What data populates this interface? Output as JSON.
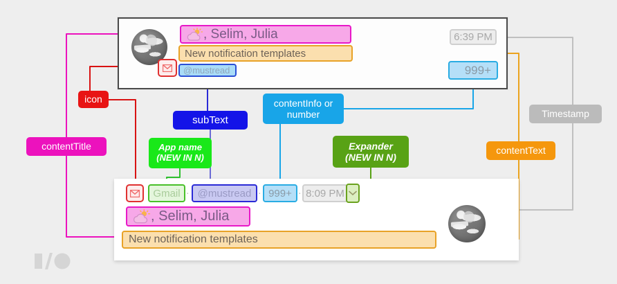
{
  "page": {
    "background_color": "#eeeeee",
    "logo": "io-logo"
  },
  "top_card": {
    "name": "expanded-notification-preview",
    "avatar_icon": "globe-avatar",
    "badge_icon": "gmail-badge-icon",
    "content_title": ", Selim, Julia",
    "content_title_glyph": "weather-cloud-sun-icon",
    "content_text": "New notification templates",
    "sub_text": "@mustread",
    "timestamp": "6:39 PM",
    "number": "999+"
  },
  "bottom_card": {
    "name": "collapsed-notification-preview",
    "app_badge_icon": "gmail-badge-icon",
    "app_name": "Gmail",
    "sub_text": "@mustread",
    "number": "999+",
    "timestamp": "8:09 PM",
    "expander_icon": "chevron-down-icon",
    "separator": "·",
    "content_title": ", Selim, Julia",
    "content_title_glyph": "weather-cloud-sun-icon",
    "content_text": "New notification templates",
    "avatar_icon": "globe-avatar"
  },
  "labels": {
    "icon": "icon",
    "content_title": "contentTitle",
    "sub_text": "subText",
    "app_name_line1": "App name",
    "app_name_line2": "(NEW IN N)",
    "content_info_line1": "contentInfo or",
    "content_info_line2": "number",
    "expander_line1": "Expander",
    "expander_line2": "(NEW IN N)",
    "timestamp": "Timestamp",
    "content_text": "contentText"
  },
  "colors": {
    "icon_label": "#e81414",
    "content_title_label": "#ec12bd",
    "sub_text_label": "#1414e8",
    "app_name_label": "#19e819",
    "content_info_label": "#18a5e8",
    "expander_label": "#58a215",
    "timestamp_label": "#bbbbbb",
    "content_text_label": "#f5970d"
  }
}
